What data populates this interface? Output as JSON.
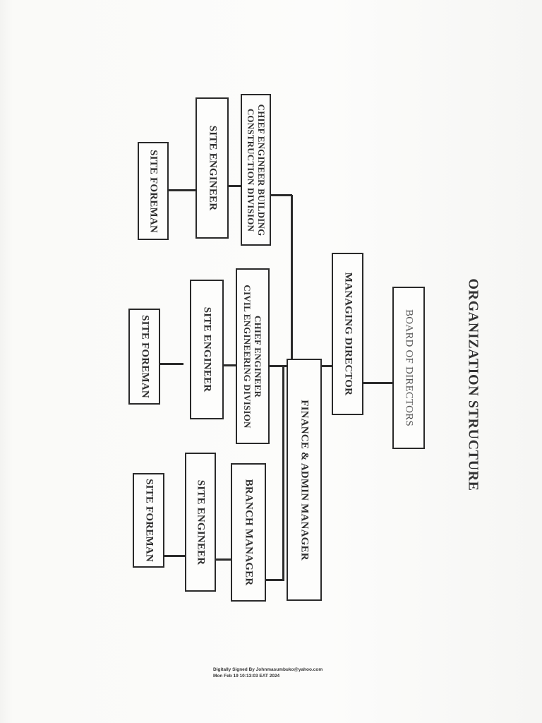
{
  "title": "ORGANIZATION STRUCTURE",
  "nodes": {
    "board": "BOARD OF DIRECTORS",
    "md": "MANAGING DIRECTOR",
    "finance": "FINANCE & ADMIN MANAGER",
    "chief_building": "CHIEF ENGINEER BUILDING\nCONSTRUCTION DIVISION",
    "chief_civil": "CHIEF ENGINEER\nCIVIL ENGINEERING DIVISION",
    "branch": "BRANCH MANAGER",
    "site_engineer_1": "SITE ENGINEER",
    "site_engineer_2": "SITE ENGINEER",
    "site_engineer_3": "SITE ENGINEER",
    "site_foreman_1": "SITE FOREMAN",
    "site_foreman_2": "SITE FOREMAN",
    "site_foreman_3": "SITE FOREMAN"
  },
  "signature": {
    "line1": "Digitally Signed By Johnmasumbuko@yahoo.com",
    "line2": "Mon Feb 19 10:13:03 EAT 2024"
  }
}
